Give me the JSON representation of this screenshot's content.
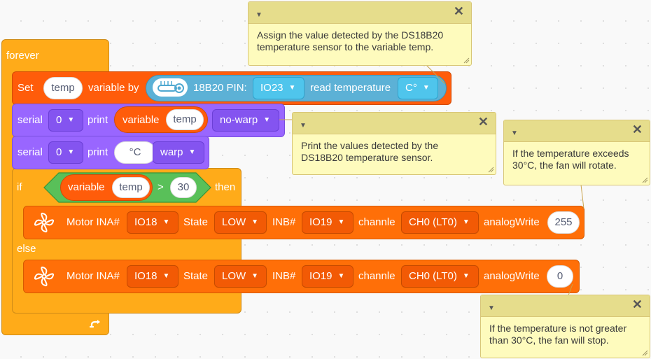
{
  "forever": {
    "label": "forever",
    "loop_icon": "rotate-arrow-icon"
  },
  "set_block": {
    "set_label": "Set",
    "variable_name": "temp",
    "variable_by_label": "variable by",
    "sensor_icon": "thermometer-sensor-icon",
    "pin_label": "18B20 PIN:",
    "pin_value": "IO23",
    "read_label": "read temperature",
    "unit_value": "C°"
  },
  "serial1": {
    "serial_label": "serial",
    "port": "0",
    "print_label": "print",
    "variable_label": "variable",
    "variable_name": "temp",
    "wrap_value": "no-warp"
  },
  "serial2": {
    "serial_label": "serial",
    "port": "0",
    "print_label": "print",
    "text_value": "°C",
    "wrap_value": "warp"
  },
  "if_block": {
    "if_label": "if",
    "variable_label": "variable",
    "variable_name": "temp",
    "operator": ">",
    "compare_value": "30",
    "then_label": "then",
    "else_label": "else"
  },
  "motor1": {
    "icon": "fan-icon",
    "ina_label": "Motor INA#",
    "ina_value": "IO18",
    "state_label": "State",
    "state_value": "LOW",
    "inb_label": "INB#",
    "inb_value": "IO19",
    "channel_label": "channle",
    "channel_value": "CH0 (LT0)",
    "write_label": "analogWrite",
    "write_value": "255"
  },
  "motor2": {
    "icon": "fan-icon",
    "ina_label": "Motor INA#",
    "ina_value": "IO18",
    "state_label": "State",
    "state_value": "LOW",
    "inb_label": "INB#",
    "inb_value": "IO19",
    "channel_label": "channle",
    "channel_value": "CH0 (LT0)",
    "write_label": "analogWrite",
    "write_value": "0"
  },
  "comments": [
    {
      "text": "Assign the value detected by the DS18B20\ntemperature sensor to the variable temp."
    },
    {
      "text": "Print the values detected by the\nDS18B20 temperature sensor."
    },
    {
      "text": "If the temperature exceeds\n30°C, the fan will rotate."
    },
    {
      "text": "If the temperature is not greater\nthan 30°C, the fan will stop."
    }
  ],
  "colors": {
    "control": "#ffab19",
    "variable": "#ff5c0a",
    "serial": "#9966ff",
    "sensor": "#5cb1d6",
    "operator": "#59c059",
    "motor": "#ff6f08",
    "comment": "#fefbbd"
  }
}
